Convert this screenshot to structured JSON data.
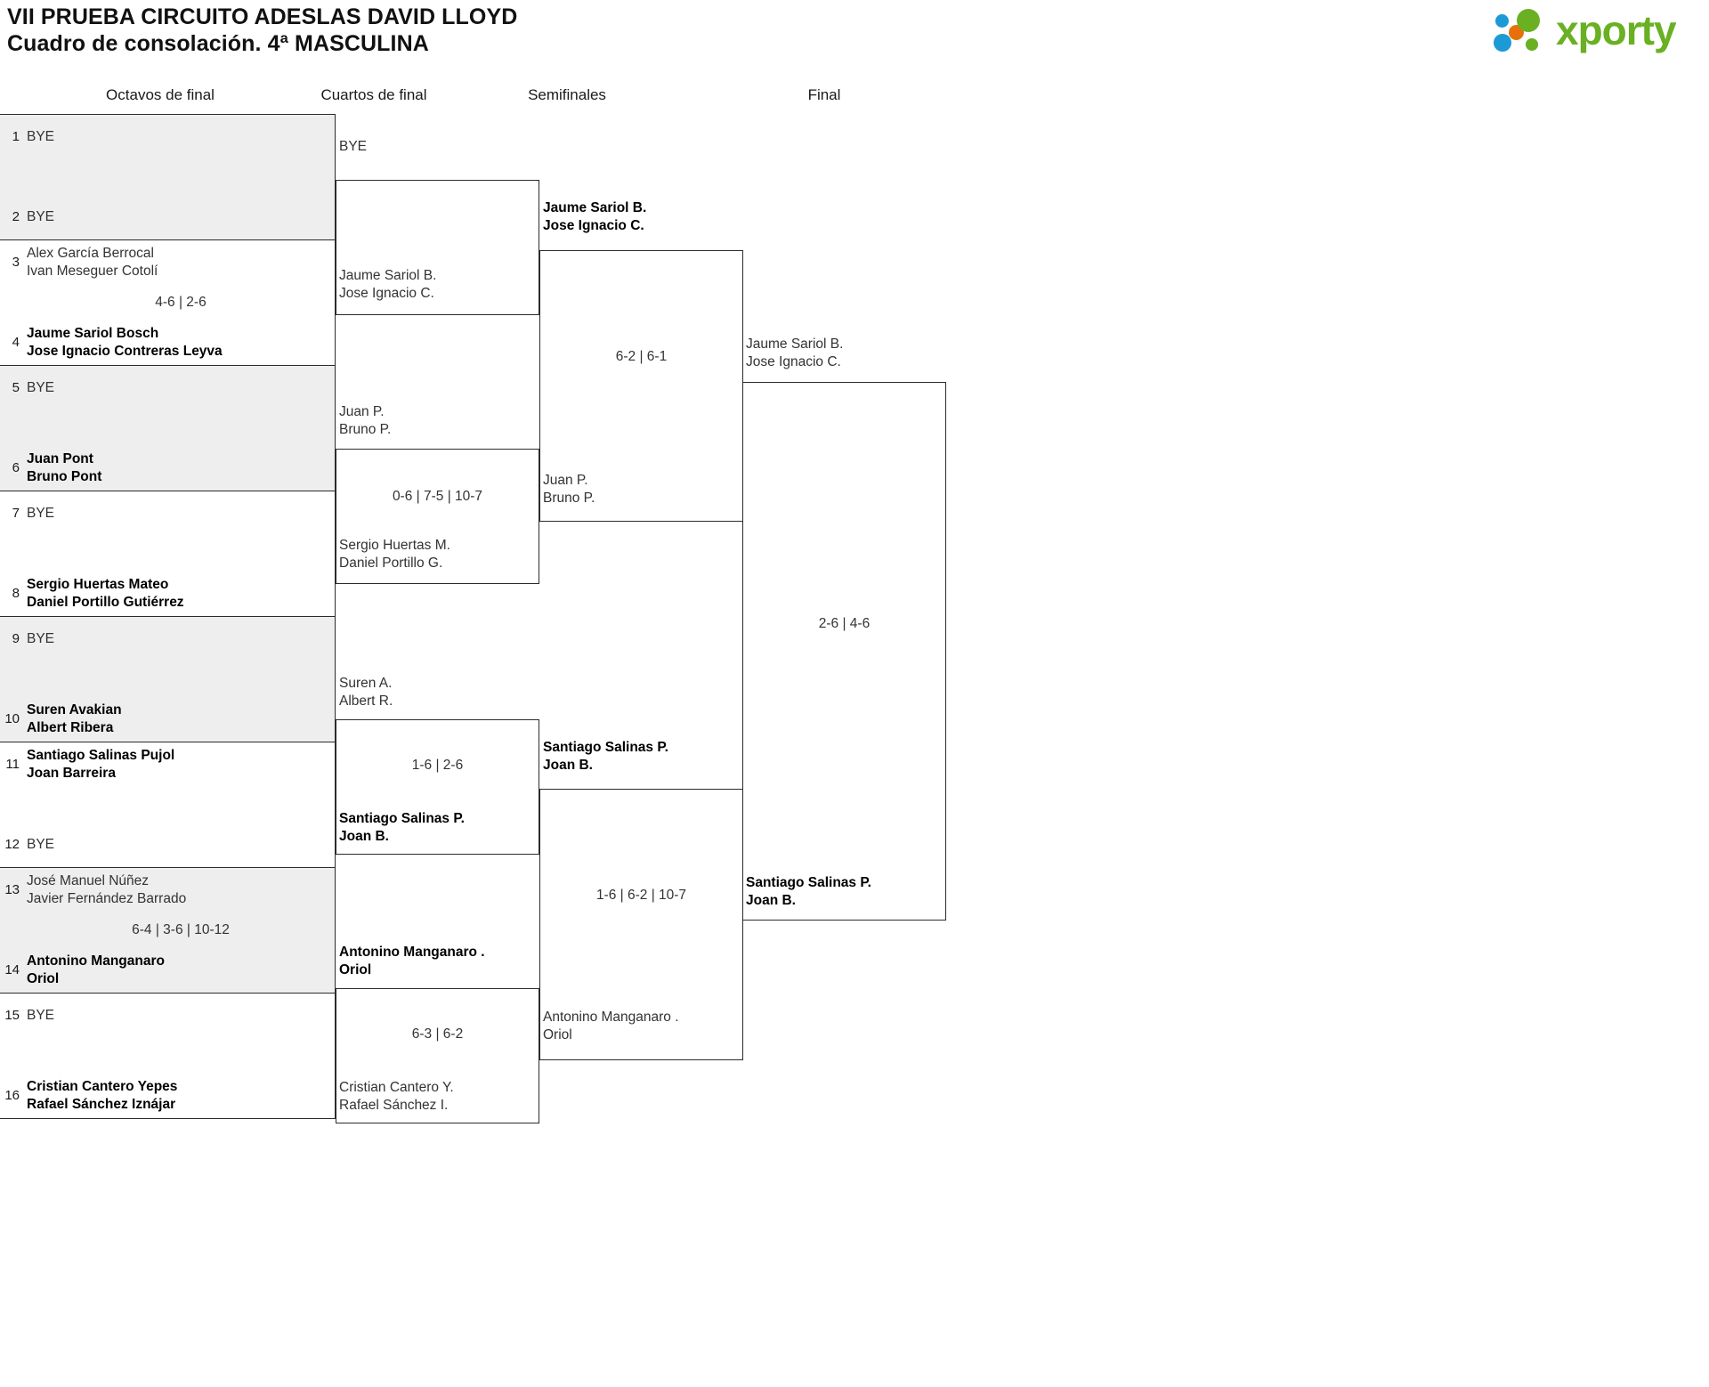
{
  "header": {
    "title_line1": "VII PRUEBA CIRCUITO ADESLAS DAVID LLOYD",
    "title_line2": "Cuadro de consolación. 4ª MASCULINA",
    "logo_text": "xporty",
    "logo_colors": {
      "green": "#6ab023",
      "blue": "#1b9ad6",
      "orange": "#e8700a"
    }
  },
  "rounds": [
    {
      "label": "Octavos de final"
    },
    {
      "label": "Cuartos de final"
    },
    {
      "label": "Semifinales"
    },
    {
      "label": "Final"
    }
  ],
  "octavos": {
    "blocks": [
      {
        "shaded": true,
        "score": "",
        "top": {
          "seed": "1",
          "line1": "BYE",
          "line2": "",
          "winner": false
        },
        "bottom": {
          "seed": "2",
          "line1": "BYE",
          "line2": "",
          "winner": false
        }
      },
      {
        "shaded": false,
        "score": "4-6 | 2-6",
        "top": {
          "seed": "3",
          "line1": "Alex García Berrocal",
          "line2": "Ivan Meseguer Cotolí",
          "winner": false
        },
        "bottom": {
          "seed": "4",
          "line1": "Jaume Sariol Bosch",
          "line2": "Jose Ignacio Contreras Leyva",
          "winner": true
        }
      },
      {
        "shaded": true,
        "score": "",
        "top": {
          "seed": "5",
          "line1": "BYE",
          "line2": "",
          "winner": false
        },
        "bottom": {
          "seed": "6",
          "line1": "Juan Pont",
          "line2": "Bruno Pont",
          "winner": true
        }
      },
      {
        "shaded": false,
        "score": "",
        "top": {
          "seed": "7",
          "line1": "BYE",
          "line2": "",
          "winner": false
        },
        "bottom": {
          "seed": "8",
          "line1": "Sergio Huertas Mateo",
          "line2": "Daniel Portillo Gutiérrez",
          "winner": true
        }
      },
      {
        "shaded": true,
        "score": "",
        "top": {
          "seed": "9",
          "line1": "BYE",
          "line2": "",
          "winner": false
        },
        "bottom": {
          "seed": "10",
          "line1": "Suren Avakian",
          "line2": "Albert Ribera",
          "winner": true
        }
      },
      {
        "shaded": false,
        "score": "",
        "top": {
          "seed": "11",
          "line1": "Santiago Salinas Pujol",
          "line2": "Joan Barreira",
          "winner": true
        },
        "bottom": {
          "seed": "12",
          "line1": "BYE",
          "line2": "",
          "winner": false
        }
      },
      {
        "shaded": true,
        "score": "6-4 | 3-6 | 10-12",
        "top": {
          "seed": "13",
          "line1": "José Manuel Núñez",
          "line2": "Javier Fernández Barrado",
          "winner": false
        },
        "bottom": {
          "seed": "14",
          "line1": "Antonino Manganaro",
          "line2": "Oriol",
          "winner": true
        }
      },
      {
        "shaded": false,
        "score": "",
        "top": {
          "seed": "15",
          "line1": "BYE",
          "line2": "",
          "winner": false
        },
        "bottom": {
          "seed": "16",
          "line1": "Cristian Cantero Yepes",
          "line2": "Rafael Sánchez Iznájar",
          "winner": true
        }
      }
    ]
  },
  "cuartos": [
    {
      "top": {
        "line1": "BYE",
        "line2": "",
        "winner": false
      },
      "bottom": {
        "line1": "Jaume Sariol B.",
        "line2": "Jose Ignacio C.",
        "winner": false
      },
      "score": ""
    },
    {
      "top": {
        "line1": "Juan P.",
        "line2": "Bruno P.",
        "winner": false
      },
      "bottom": {
        "line1": "Sergio Huertas M.",
        "line2": "Daniel Portillo G.",
        "winner": false
      },
      "score": "0-6 | 7-5 | 10-7"
    },
    {
      "top": {
        "line1": "Suren A.",
        "line2": "Albert R.",
        "winner": false
      },
      "bottom": {
        "line1": "Santiago Salinas P.",
        "line2": "Joan B.",
        "winner": true
      },
      "score": "1-6 | 2-6"
    },
    {
      "top": {
        "line1": "Antonino Manganaro .",
        "line2": "Oriol",
        "winner": true
      },
      "bottom": {
        "line1": "Cristian Cantero Y.",
        "line2": "Rafael Sánchez I.",
        "winner": false
      },
      "score": "6-3 | 6-2"
    }
  ],
  "semifinales": [
    {
      "top": {
        "line1": "Jaume Sariol B.",
        "line2": "Jose Ignacio C.",
        "winner": true
      },
      "bottom": {
        "line1": "Juan P.",
        "line2": "Bruno P.",
        "winner": false
      },
      "score": "6-2 | 6-1"
    },
    {
      "top": {
        "line1": "Santiago Salinas P.",
        "line2": "Joan B.",
        "winner": true
      },
      "bottom": {
        "line1": "Antonino Manganaro .",
        "line2": "Oriol",
        "winner": false
      },
      "score": "1-6 | 6-2 | 10-7"
    }
  ],
  "final": {
    "top": {
      "line1": "Jaume Sariol B.",
      "line2": "Jose Ignacio C.",
      "winner": false
    },
    "bottom": {
      "line1": "Santiago Salinas P.",
      "line2": "Joan B.",
      "winner": true
    },
    "score": "2-6 | 4-6"
  }
}
